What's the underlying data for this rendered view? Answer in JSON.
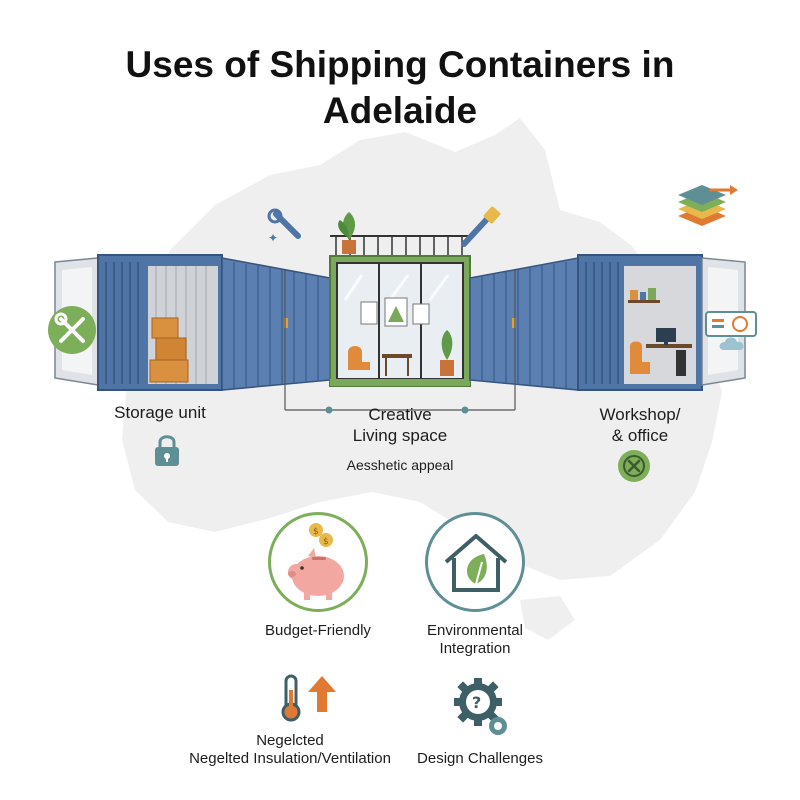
{
  "title": "Uses of Shipping Containers in Adelaide",
  "uses": {
    "storage": "Storage unit",
    "living_line1": "Creative",
    "living_line2": "Living space",
    "aesthetic": "Aesshetic appeal",
    "workshop_line1": "Workshop/",
    "workshop_line2": "& office"
  },
  "benefits": {
    "budget": "Budget-Friendly",
    "environment_line1": "Environmental",
    "environment_line2": "Integration"
  },
  "challenges": {
    "insulation_line1": "Negelcted",
    "insulation_line2": "Negelted Insulation/Ventilation",
    "design": "Design Challenges"
  },
  "icons": {
    "padlock": "lock-icon",
    "tools": "wrench-screwdriver-icon",
    "cancel": "circle-x-icon",
    "piggy": "piggy-bank-icon",
    "eco_house": "leaf-house-icon",
    "thermometer": "thermometer-icon",
    "gear_question": "gear-question-icon"
  },
  "colors": {
    "container_blue": "#4f74a6",
    "container_blue_dark": "#3c5d8a",
    "frame_green": "#6e9a4f",
    "icon_teal": "#5d8f95",
    "icon_green": "#7dae5a",
    "arrow_orange": "#e07a32",
    "piggy_pink": "#f2a7a0"
  }
}
